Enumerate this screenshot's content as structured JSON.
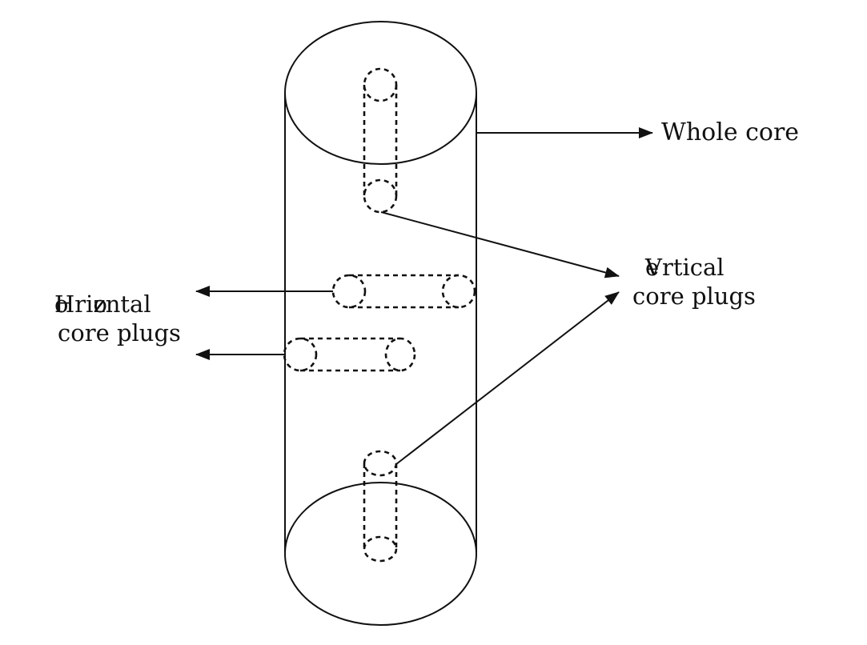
{
  "labels": {
    "whole_core": "Whole core",
    "vertical": {
      "line1_overlap_a": "V",
      "line1_overlap_b": "e",
      "line1_rest": "rtical",
      "line2": "core plugs"
    },
    "horizontal": {
      "line1_overlap_a": "H",
      "line1_overlap_b": "o",
      "line1_mid": "ri",
      "line1_overlap_c": "z",
      "line1_overlap_d": "o",
      "line1_rest": "ntal",
      "line2": "core plugs"
    }
  },
  "colors": {
    "stroke": "#111111",
    "background": "#ffffff"
  }
}
